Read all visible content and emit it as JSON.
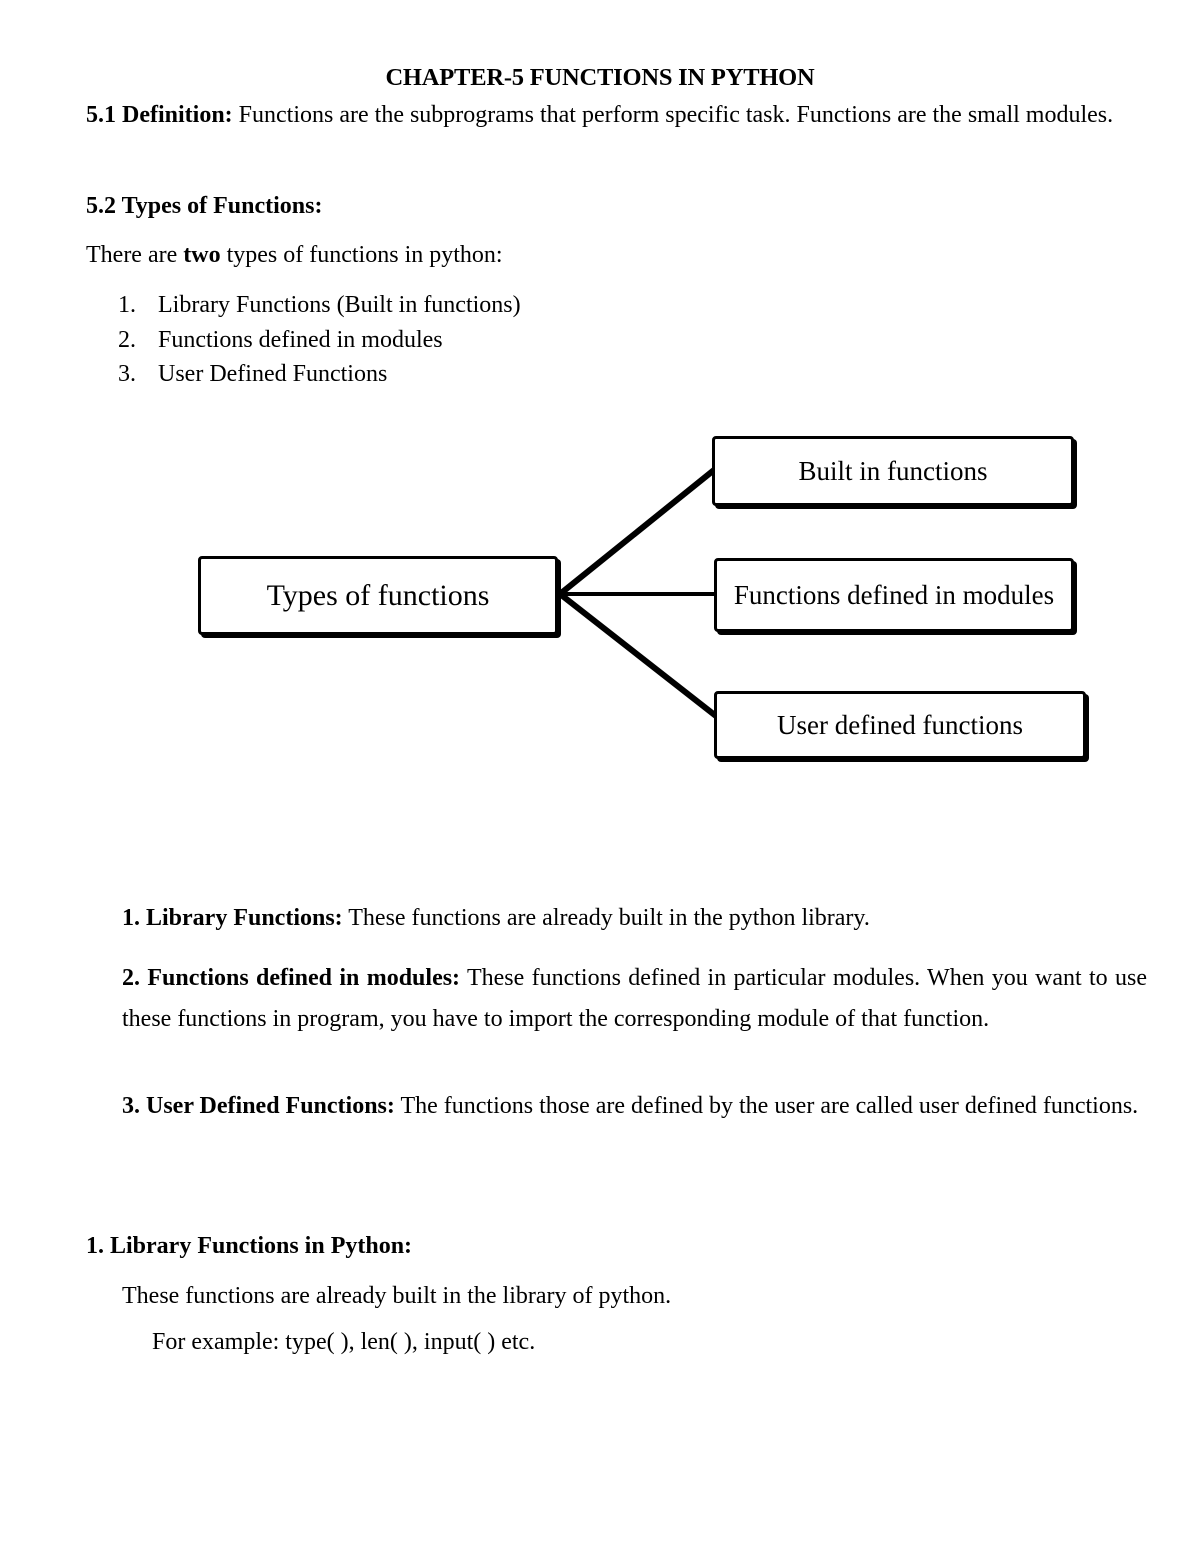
{
  "document": {
    "title": "CHAPTER-5 FUNCTIONS IN PYTHON",
    "definition": {
      "lead": "5.1 Definition:",
      "body": " Functions are the subprograms that perform specific task. Functions are the small modules."
    },
    "section_types": {
      "heading": "5.2 Types of Functions:",
      "intro_before": "There are ",
      "intro_bold": "two",
      "intro_after": " types of functions in python:",
      "items": [
        {
          "num": "1.",
          "text": "Library Functions (Built in functions)"
        },
        {
          "num": "2.",
          "text": "Functions defined in modules"
        },
        {
          "num": "3.",
          "text": "User Defined Functions"
        }
      ]
    },
    "diagram": {
      "root_label": "Types of functions",
      "branches": [
        "Built in functions",
        "Functions defined in modules",
        "User defined functions"
      ],
      "branch_builtin": "Built in functions",
      "branch_modules": "Functions defined in modules",
      "branch_userdefined": "User defined functions",
      "line_color": "#000000"
    },
    "explanations": [
      {
        "lead": "1. Library Functions:",
        "body": " These functions are already built in the python library."
      },
      {
        "lead": "2. Functions defined in modules:",
        "body": " These functions defined in particular modules. When you want to use these functions in program, you have to import the corresponding module of that function."
      },
      {
        "lead": "3. User Defined Functions:",
        "body": " The functions those are defined by the user are called user defined functions."
      }
    ],
    "library_section": {
      "heading": "1. Library Functions in Python:",
      "line1": "These functions are already built in the library of python.",
      "line2": "For example: type( ), len( ), input( ) etc."
    }
  }
}
